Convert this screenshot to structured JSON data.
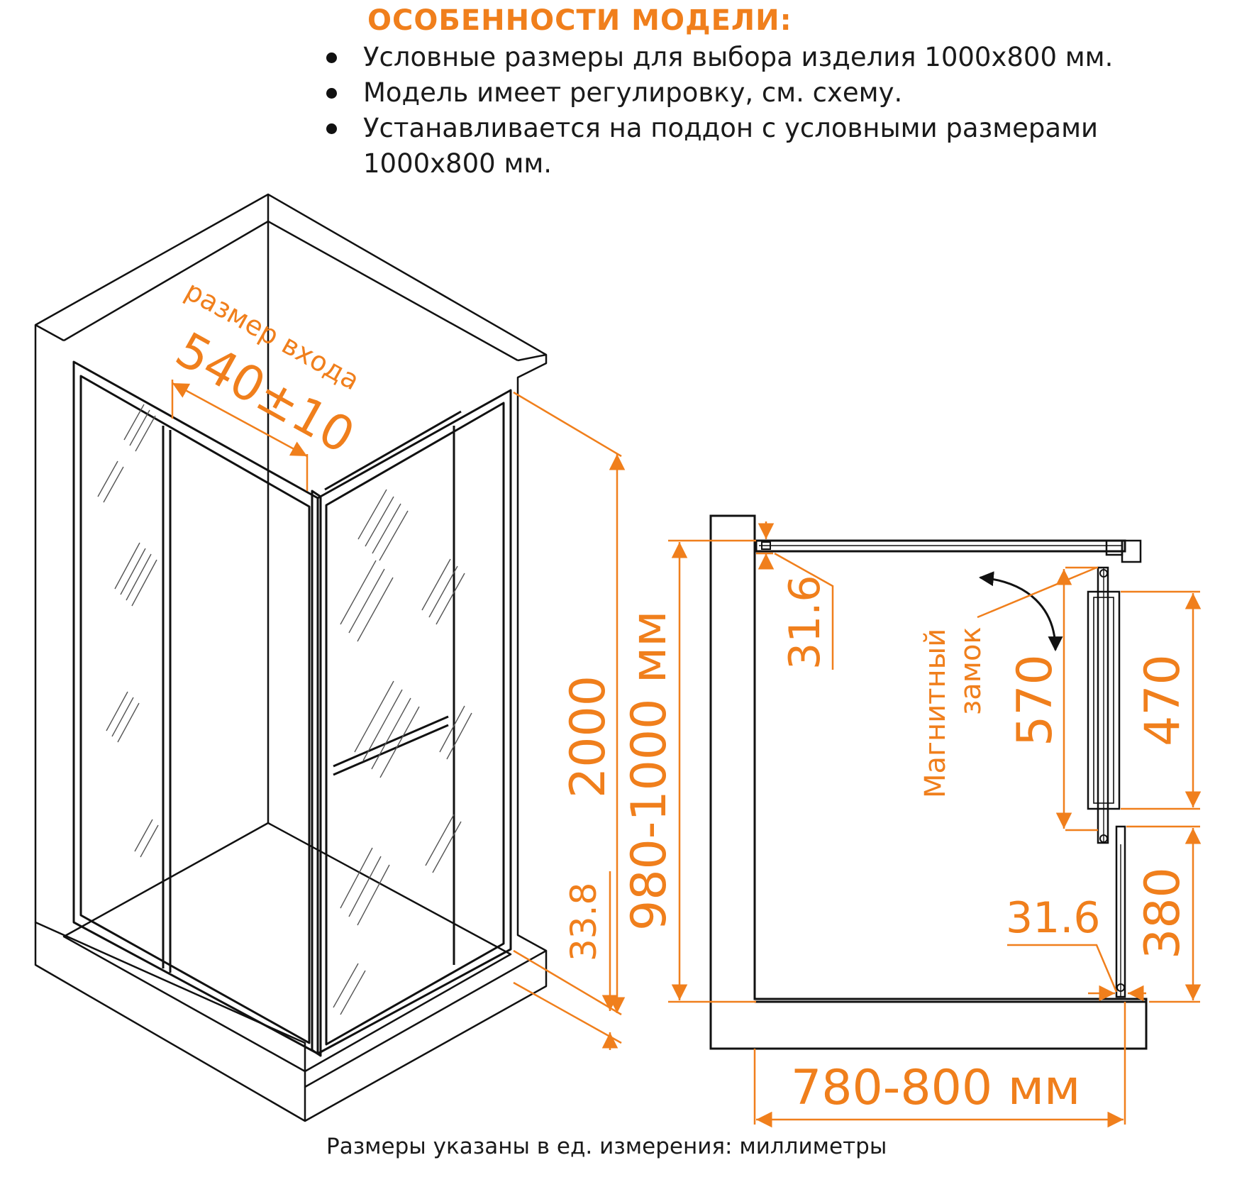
{
  "features": {
    "title": "ОСОБЕННОСТИ МОДЕЛИ:",
    "items": [
      "Условные размеры для выбора изделия 1000x800 мм.",
      "Модель имеет регулировку, см. схему.",
      "Устанавливается на поддон с условными размерами 1000x800 мм."
    ]
  },
  "isometric": {
    "entrance_label": "размер входа",
    "entrance_value": "540±10",
    "height_value": "2000",
    "base_value": "33.8"
  },
  "plan": {
    "width_range": "980-1000 мм",
    "depth_range": "780-800 мм",
    "top_profile": "31.6",
    "bottom_profile": "31.6",
    "magnet_label_line1": "Магнитный",
    "magnet_label_line2": "замок",
    "door_570": "570",
    "glass_470": "470",
    "fixed_380": "380"
  },
  "footnote": "Размеры указаны в ед. измерения: миллиметры",
  "colors": {
    "accent": "#f07f1c",
    "ink": "#111111"
  }
}
